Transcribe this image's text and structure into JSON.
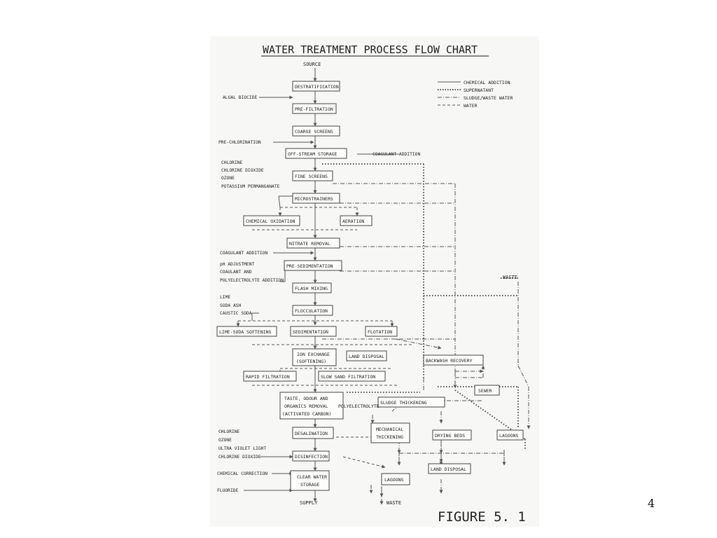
{
  "slide_number": "4",
  "figure": {
    "title": "WATER TREATMENT PROCESS FLOW CHART",
    "caption": "FIGURE 5. 1",
    "source_label": "SOURCE",
    "supply_label": "SUPPLY",
    "waste_label": "WASTE",
    "waste_label_right": "WASTE"
  },
  "legend": {
    "chemical_addition": "CHEMICAL ADDITION",
    "supernatant": "SUPERNATANT",
    "sludge_waste_water": "SLUDGE/WASTE WATER",
    "water": "WATER"
  },
  "process": {
    "destratification": "DESTRATIFICATION",
    "pre_filtration": "PRE-FILTRATION",
    "coarse_screens": "COARSE SCREENS",
    "off_stream_storage": "OFF-STREAM STORAGE",
    "fine_screens": "FINE SCREENS",
    "microstrainers": "MICROSTRAINERS",
    "chemical_oxidation": "CHEMICAL OXIDATION",
    "aeration": "AERATION",
    "nitrate_removal": "NITRATE REMOVAL",
    "pre_sedimentation": "PRE-SEDIMENTATION",
    "flash_mixing": "FLASH MIXING",
    "flocculation": "FLOCCULATION",
    "lime_soda_softening": "LIME-SODA SOFTENING",
    "sedimentation": "SEDIMENTATION",
    "flotation": "FLOTATION",
    "ion_exchange_1": "ION EXCHANGE",
    "ion_exchange_2": "(SOFTENING)",
    "land_disposal_1": "LAND DISPOSAL",
    "rapid_filtration": "RAPID FILTRATION",
    "slow_sand_filtration": "SLOW SAND FILTRATION",
    "taste_1": "TASTE, ODOUR AND",
    "taste_2": "ORGANICS REMOVAL",
    "taste_3": "(ACTIVATED CARBON)",
    "desalination": "DESALINATION",
    "disinfection": "DISINFECTION",
    "clear_water_1": "CLEAR WATER",
    "clear_water_2": "STORAGE",
    "lagoons_bottom": "LAGOONS",
    "backwash_recovery": "BACKWASH RECOVERY",
    "sewer": "SEWER",
    "sludge_thickening": "SLUDGE THICKENING",
    "polyelectrolyte": "POLYELECTROLYTE",
    "mechanical_thickening_1": "MECHANICAL",
    "mechanical_thickening_2": "THICKENING",
    "drying_beds": "DRYING BEDS",
    "lagoons_right": "LAGOONS",
    "land_disposal_2": "LAND DISPOSAL"
  },
  "chemicals": {
    "algal_biocide": "ALGAL BIOCIDE",
    "pre_chlorination": "PRE-CHLORINATION",
    "coagulant_addition_right": "COAGULANT ADDITION",
    "chlorine": "CHLORINE",
    "chlorine_dioxide": "CHLORINE DIOXIDE",
    "ozone": "OZONE",
    "potassium_permanganate": "POTASSIUM PERMANGANATE",
    "coagulant_addition_left": "COAGULANT ADDITION",
    "ph_adjustment": "pH ADJUSTMENT",
    "coaulant_and": "COAULANT AND",
    "polyelectrolyte_addition": "POLYELECTROLYTE ADDITION",
    "lime": "LIME",
    "soda_ash": "SODA ASH",
    "caustic_soda": "CAUSTIC SODA",
    "chlorine_2": "CHLORINE",
    "ozone_2": "OZONE",
    "ultra_violet_light": "ULTRA VIOLET LIGHT",
    "chlorine_dioxide_2": "CHLORINE DIOXIDE",
    "chemical_correction": "CHEMICAL CORRECTION",
    "fluoride": "FLUORIDE"
  }
}
